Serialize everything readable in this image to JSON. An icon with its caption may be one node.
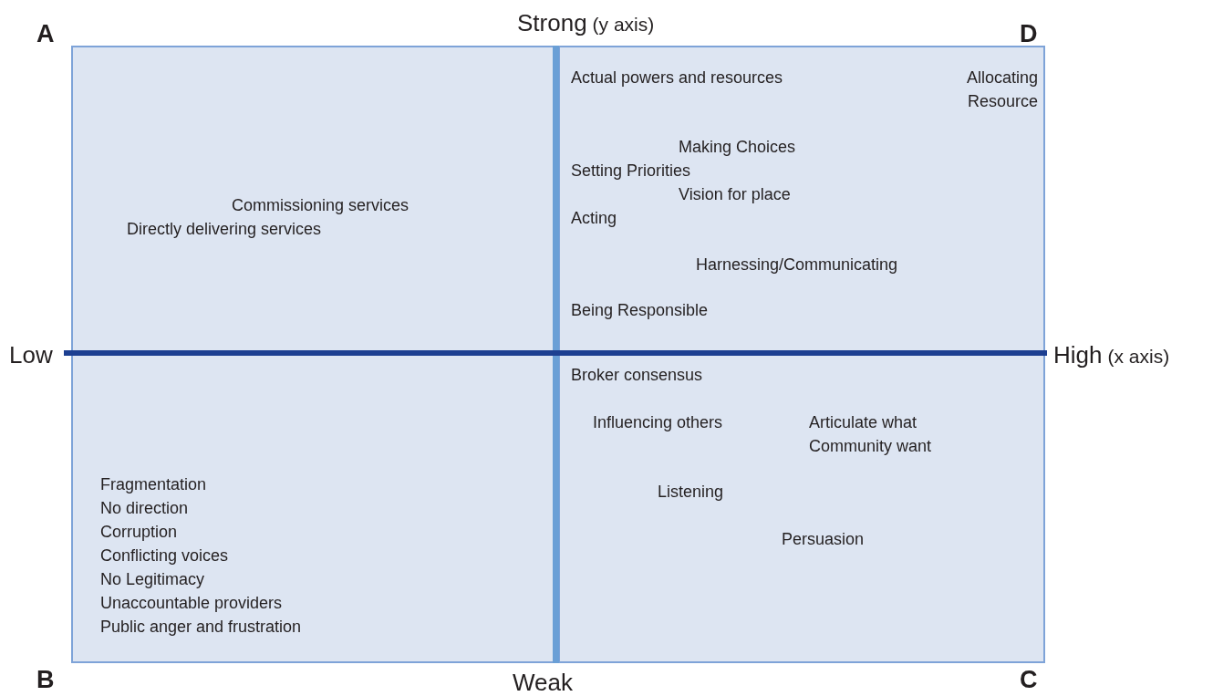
{
  "diagram": {
    "nodes": [
      {
        "text": [
          "Commissioning services",
          "Directly delivering services"
        ]
      },
      {
        "text": [
          "Actual powers and resources",
          "Allocating Resource",
          "Making Choices",
          "Setting Priorities",
          "Vision for place",
          "Acting",
          "Harnessing/Communicating",
          "Being Responsible"
        ]
      },
      {
        "text": [
          "Fragmentation",
          "No direction",
          "Corruption",
          "Conflicting voices",
          "No Legitimacy",
          "Unaccountable providers",
          "Public anger and frustration"
        ]
      },
      {
        "text": [
          "Broker consensus",
          "Influencing others",
          "Articulate what Community want",
          "Listening",
          "Persuasion"
        ]
      }
    ],
    "edges": [],
    "labels": [
      "A",
      "Strong",
      "(y axis)",
      "D",
      "Low",
      "High",
      "(x axis)",
      "B",
      "Weak",
      "C"
    ]
  }
}
